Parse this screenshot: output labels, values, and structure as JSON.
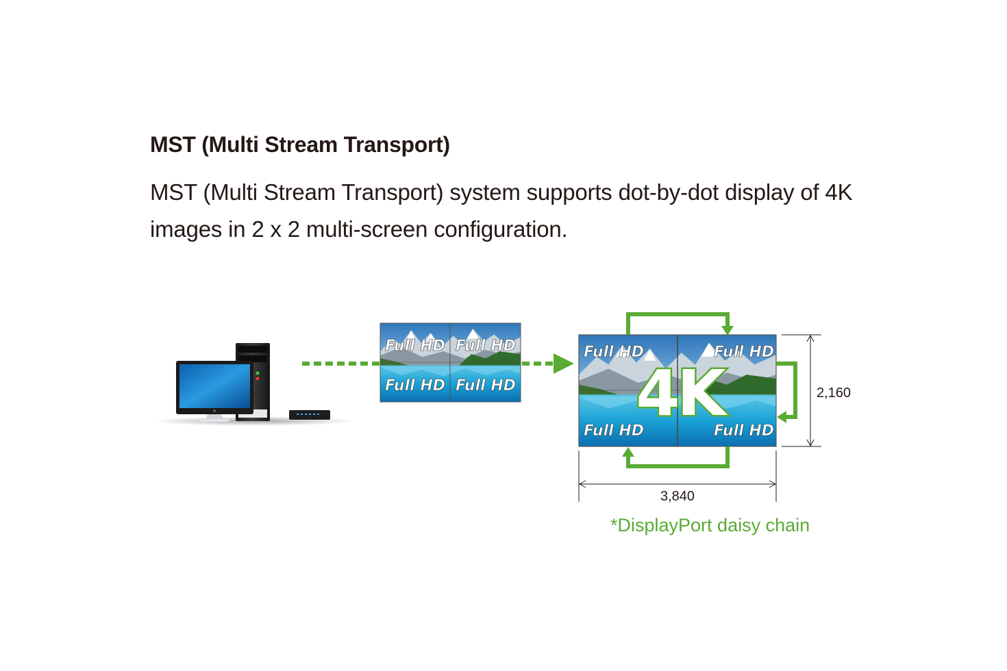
{
  "header": {
    "title": "MST (Multi Stream Transport)",
    "description": "MST (Multi Stream Transport) system supports dot-by-dot display of 4K images in 2 x 2 multi-screen configuration."
  },
  "diagram": {
    "tile_label": "Full HD",
    "center_label": "4K",
    "height_value": "2,160",
    "width_value": "3,840",
    "footnote": "*DisplayPort daisy chain",
    "colors": {
      "accent_green": "#5aaa34",
      "text": "#231815",
      "footnote": "#5aaa34"
    }
  }
}
